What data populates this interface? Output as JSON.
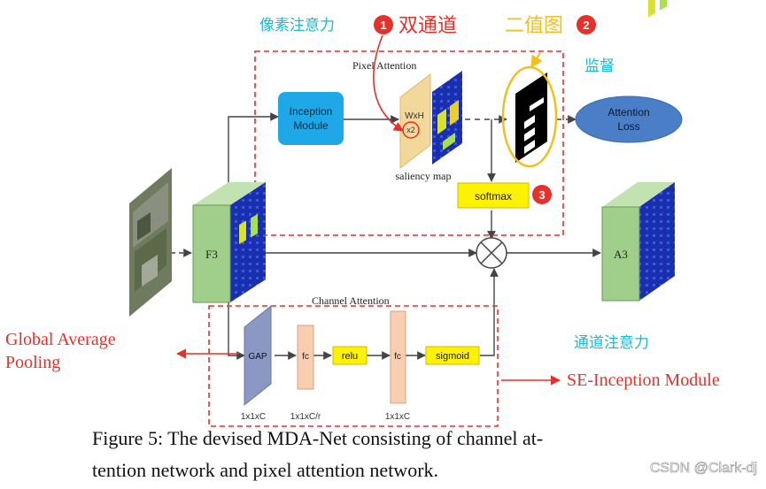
{
  "annotations": {
    "pixel_attention_cn": "像素注意力",
    "dual_channel_cn": "双通道",
    "binary_map_cn": "二值图",
    "supervision_cn": "监督",
    "channel_attention_cn": "通道注意力",
    "badge_1": "1",
    "badge_2": "2",
    "badge_3": "3",
    "global_average_pooling": [
      "Global Average",
      "Pooling"
    ],
    "se_inception_module": "SE-Inception Module"
  },
  "pixel_attention": {
    "title": "Pixel Attention",
    "inception_module": [
      "Inception",
      "Module"
    ],
    "wxh_label": "WxH",
    "x2_label": "x2",
    "saliency_map": "saliency map",
    "softmax": "softmax",
    "attention_loss": [
      "Attention",
      "Loss"
    ]
  },
  "main": {
    "f3": "F3",
    "a3": "A3"
  },
  "channel_attention": {
    "title": "Channel Attention",
    "gap": "GAP",
    "fc1": "fc",
    "relu": "relu",
    "fc2": "fc",
    "sigmoid": "sigmoid",
    "dim_1": "1x1xC",
    "dim_2": "1x1xC/r",
    "dim_3": "1x1xC"
  },
  "caption": {
    "line1": "Figure 5:  The devised MDA-Net consisting of channel at-",
    "line2": "tention network and pixel attention network."
  },
  "watermark": "CSDN @Clark-dj",
  "colors": {
    "red_annotation": "#e8302a",
    "cyan_annotation": "#1bb8d0",
    "yellow_annotation": "#f0c020",
    "inception_blue": "#1fa8e8",
    "loss_blue": "#4a7fc8",
    "feature_green": "#9fcf8a",
    "highlight_yellow": "#fff200",
    "fc_peach": "#f8cdb0",
    "saliency_tan": "#f2d89a",
    "gap_gray": "#8c98c4"
  }
}
